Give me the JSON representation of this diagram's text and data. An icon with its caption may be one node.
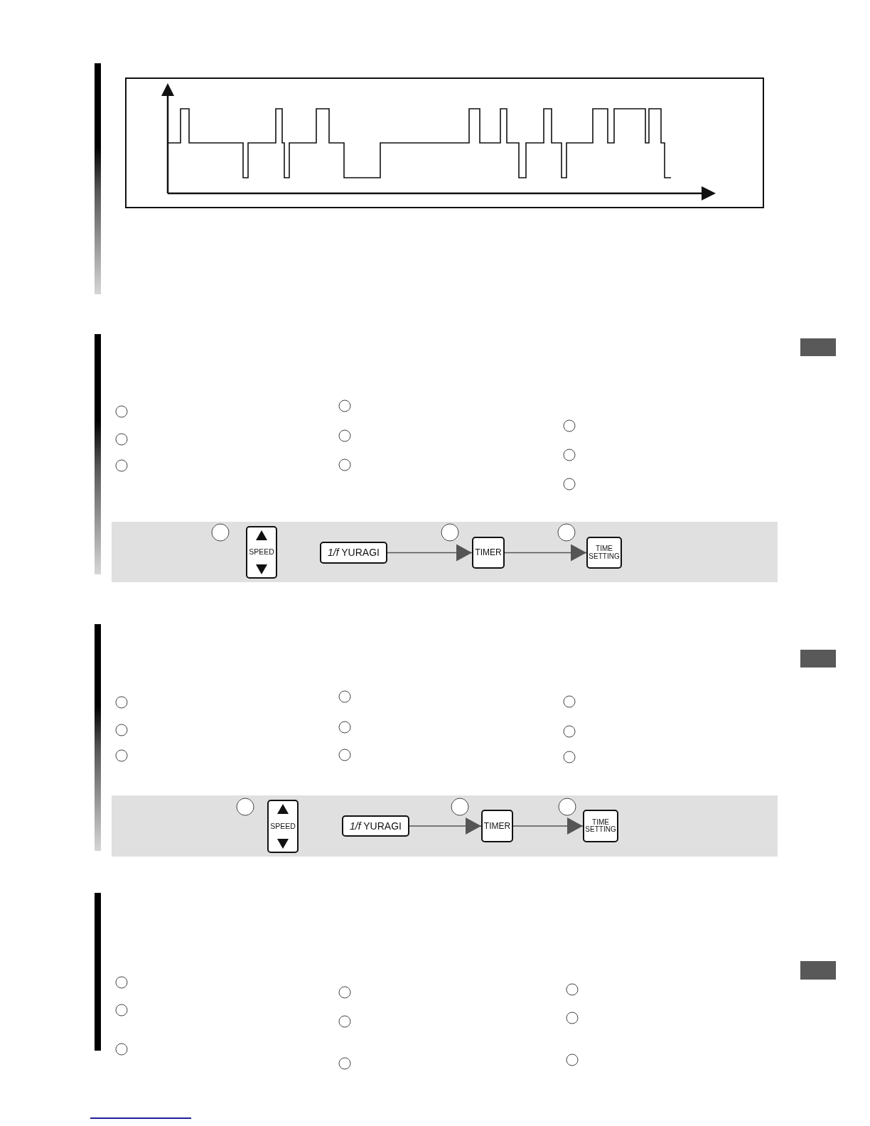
{
  "diagram": {
    "nodes": [
      {
        "text": [],
        "shape": "box"
      },
      {
        "text": [
          "SPEED"
        ],
        "in": 0
      },
      {
        "text": [
          "*1/f* YURAGI"
        ],
        "in": 0
      },
      {
        "text": [
          "TIMER"
        ],
        "in": 0
      },
      {
        "text": [
          "TIME SETTING"
        ],
        "in": 0
      },
      {
        "text": [],
        "shape": "box"
      },
      {
        "text": [
          "SPEED"
        ],
        "in": 5
      },
      {
        "text": [
          "*1/f* YURAGI"
        ],
        "in": 5
      },
      {
        "text": [
          "TIMER"
        ],
        "in": 5
      },
      {
        "text": [
          "TIME SETTING"
        ],
        "in": 5
      }
    ],
    "edges": [
      {
        "from": 2,
        "to": 3,
        "arrow": "to"
      },
      {
        "from": 3,
        "to": 4,
        "arrow": "to"
      },
      {
        "from": 7,
        "to": 8,
        "arrow": "to"
      },
      {
        "from": 8,
        "to": 9,
        "arrow": "to"
      }
    ]
  }
}
